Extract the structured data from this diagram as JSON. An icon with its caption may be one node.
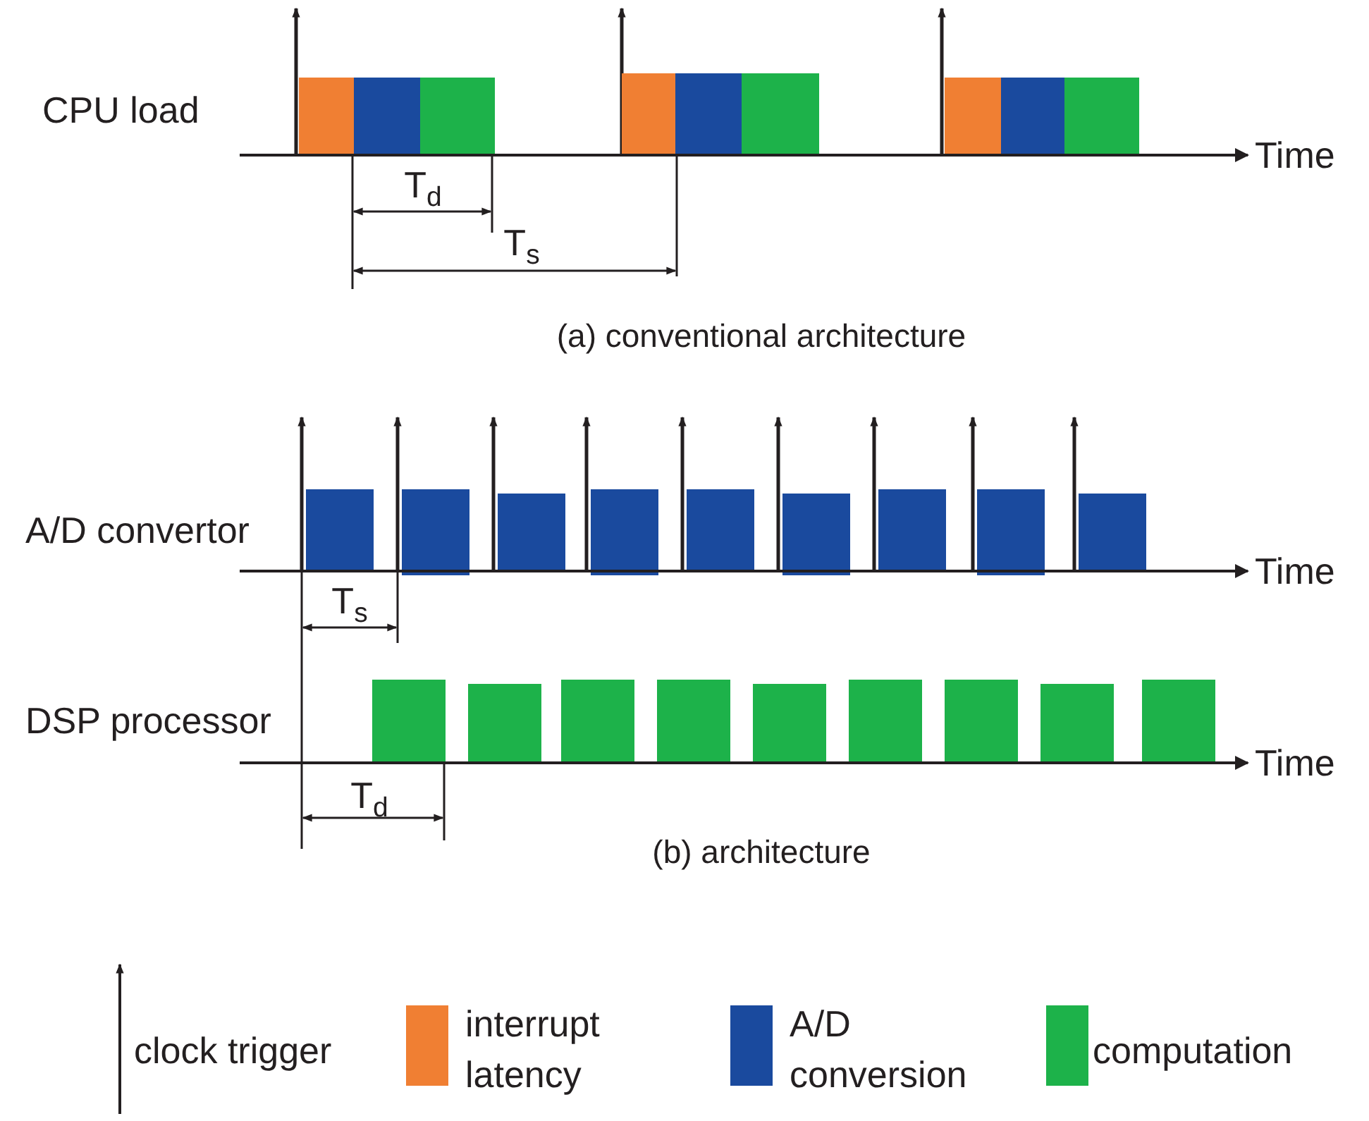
{
  "diagram": {
    "labels": [
      "CPU load",
      "Time",
      "T$_{d}$",
      "T$_{s}$",
      "(a) conventional architecture",
      "A/D convertor",
      "Time",
      "T$_{s}$",
      "DSP processor",
      "Time",
      "T$_{d}$",
      "(b) architecture"
    ],
    "legend": [
      {
        "text": "clock trigger"
      },
      {
        "text": "interrupt latency",
        "color": "#f07f33"
      },
      {
        "text": "A/D conversion",
        "color": "#1a4a9e"
      },
      {
        "text": "computation",
        "color": "#1db24a"
      }
    ]
  }
}
